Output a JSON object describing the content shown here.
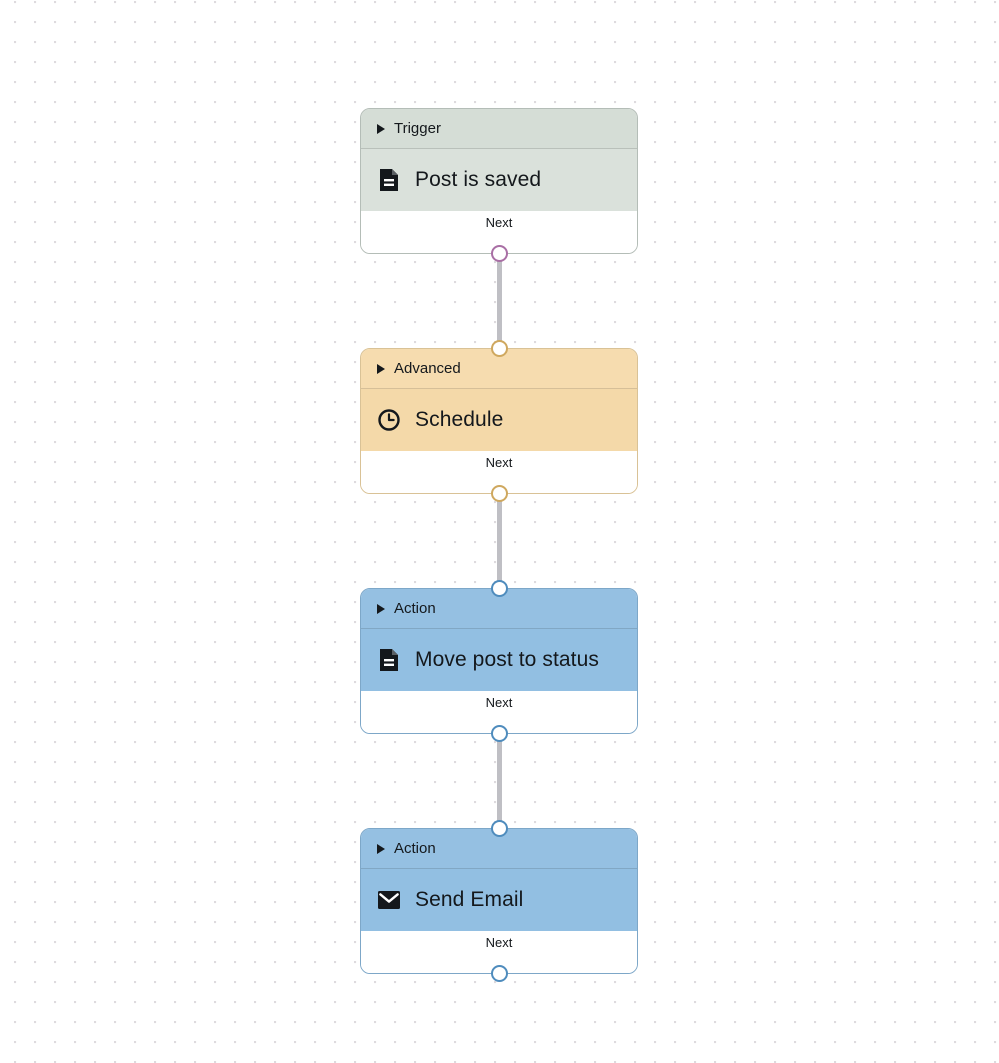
{
  "canvas": {
    "background_color": "#ffffff",
    "grid_dot_color": "#dcd9dd",
    "connector_color": "#bfbfc4"
  },
  "nodes": [
    {
      "kind": "trigger",
      "header_label": "Trigger",
      "title": "Post is saved",
      "icon": "document-icon",
      "footer_label": "Next",
      "header_color": "#d5ddd6",
      "body_color": "#dae1db",
      "border_color": "#b4bdb7",
      "port_color": "#a96fa5"
    },
    {
      "kind": "advanced",
      "header_label": "Advanced",
      "title": "Schedule",
      "icon": "clock-icon",
      "footer_label": "Next",
      "header_color": "#f6dcaf",
      "body_color": "#f4d9a9",
      "border_color": "#d9c296",
      "port_color": "#cfa85f"
    },
    {
      "kind": "action",
      "header_label": "Action",
      "title": "Move post to status",
      "icon": "document-icon",
      "footer_label": "Next",
      "header_color": "#95c0e2",
      "body_color": "#92bfe2",
      "border_color": "#7da7c8",
      "port_color": "#4f8cbd"
    },
    {
      "kind": "action",
      "header_label": "Action",
      "title": "Send Email",
      "icon": "mail-icon",
      "footer_label": "Next",
      "header_color": "#95c0e2",
      "body_color": "#92bfe2",
      "border_color": "#7da7c8",
      "port_color": "#4f8cbd"
    }
  ]
}
